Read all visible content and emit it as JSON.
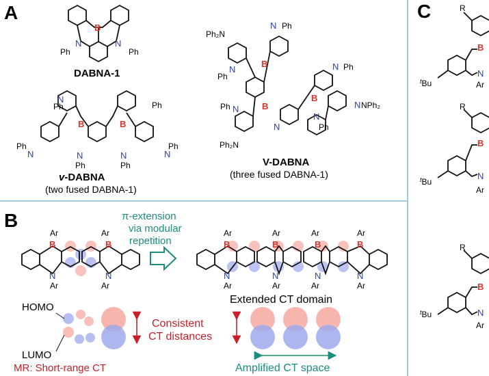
{
  "panels": {
    "A": {
      "letter": "A",
      "dabna1": {
        "name": "DABNA-1",
        "n_left": "N",
        "n_right": "N",
        "boron": "B",
        "ph_left": "Ph",
        "ph_right": "Ph"
      },
      "vdabna_small": {
        "prefix": "v",
        "suffix": "-DABNA",
        "caption": "(two fused DABNA-1)",
        "ph": "Ph",
        "n": "N",
        "b": "B"
      },
      "vdabna_large": {
        "name": "V-DABNA",
        "caption": "(three fused DABNA-1)",
        "ph2n": "Ph₂N",
        "nph2": "NPh₂",
        "ph": "Ph",
        "n": "N",
        "b": "B"
      }
    },
    "B": {
      "letter": "B",
      "arrow_text": [
        "π-extension",
        "via modular",
        "repetition"
      ],
      "ar": "Ar",
      "n": "N",
      "b": "B",
      "extended_label": "Extended CT domain",
      "homo": "HOMO",
      "lumo": "LUMO",
      "consistent": [
        "Consistent",
        "CT distances"
      ],
      "mr_label": "MR: Short-range CT",
      "amplified_label": "Amplified CT space"
    },
    "C": {
      "letter": "C",
      "r": "R",
      "tbu_prefix": "t",
      "tbu": "Bu",
      "ar": "Ar",
      "n": "N",
      "b": "B"
    }
  },
  "colors": {
    "boron": "#d8342c",
    "nitrogen": "#2a44a8",
    "teal": "#1c8c7c",
    "red_text": "#c8202a",
    "homo_fill": "#f4a9a0",
    "lumo_fill": "#9ea9ec",
    "divider": "#7fb8c8"
  }
}
